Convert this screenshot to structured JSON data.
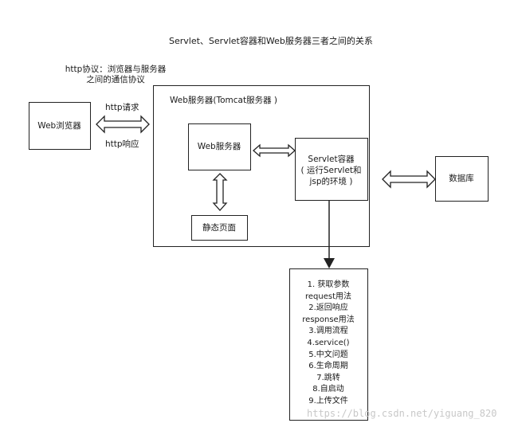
{
  "title": "Servlet、Servlet容器和Web服务器三者之间的关系",
  "http_protocol": {
    "line1": "http协议：浏览器与服务器",
    "line2": "之间的通信协议"
  },
  "browser_label": "Web浏览器",
  "http_request": "http请求",
  "http_response": "http响应",
  "web_server_outer_label": "Web服务器(Tomcat服务器 )",
  "web_server_inner_label": "Web服务器",
  "static_page_label": "静态页面",
  "servlet_container": {
    "line1": "Servlet容器",
    "line2": "( 运行Servlet和",
    "line3": "jsp的环境 )"
  },
  "database_label": "数据库",
  "servlet_topics": [
    "1. 获取参数",
    "request用法",
    "2.返回响应",
    "response用法",
    "3.调用流程",
    "4.service()",
    "5.中文问题",
    "6.生命周期",
    "7.跳转",
    "8.自启动",
    "9.上传文件"
  ],
  "watermark": "https://blog.csdn.net/yiguang_820"
}
